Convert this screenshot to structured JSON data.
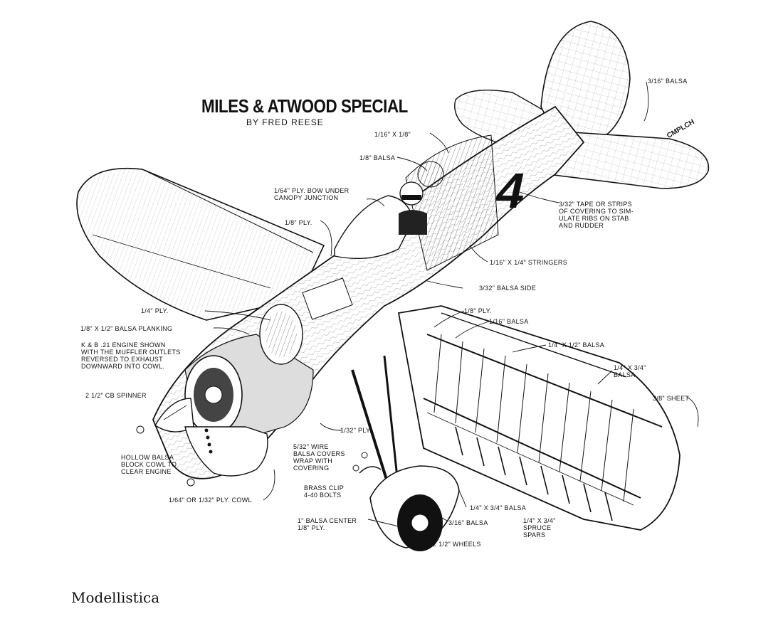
{
  "title": "MILES & ATWOOD SPECIAL",
  "subtitle": "BY FRED REESE",
  "footer": "Modellistica",
  "race_number": "4",
  "tail_marking": "CMPLCH",
  "labels": {
    "tail_balsa": "3/16\" BALSA",
    "stringer_1_16x1_8": "1/16\" X 1/8\"",
    "balsa_1_8": "1/8\" BALSA",
    "ply_bow": "1/64\" PLY. BOW UNDER\nCANOPY JUNCTION",
    "ply_1_8_top": "1/8\" PLY.",
    "tape_strips": "3/32\" TAPE OR STRIPS\nOF COVERING TO SIM-\nULATE RIBS ON STAB\nAND RUDDER",
    "stringers_1_16x1_4": "1/16\" X 1/4\" STRINGERS",
    "balsa_side": "3/32\" BALSA SIDE",
    "ply_1_4": "1/4\" PLY.",
    "ply_1_8_wing": "1/8\" PLY.",
    "balsa_1_16": "1/16\" BALSA",
    "planking": "1/8\" X 1/2\" BALSA PLANKING",
    "engine": "K & B .21 ENGINE SHOWN\nWITH THE MUFFLER OUTLETS\nREVERSED TO EXHAUST\nDOWNWARD INTO COWL.",
    "balsa_1_4x1_2": "1/4\" X 1/2\" BALSA",
    "balsa_1_4x3_4_top": "1/4\" X 3/4\"\nBALSA",
    "sheet_3_8": "3/8\" SHEET",
    "spinner": "2 1/2\" CB SPINNER",
    "ply_1_32": "1/32\" PLY.",
    "wire": "5/32\" WIRE\nBALSA COVERS\nWRAP WITH\nCOVERING",
    "hollow_cowl": "HOLLOW BALSA\nBLOCK COWL TO\nCLEAR ENGINE",
    "brass_clip": "BRASS CLIP\n4-40 BOLTS",
    "ply_cowl": "1/64\" OR 1/32\" PLY. COWL",
    "balsa_1_4x3_4_bottom": "1/4\" X 3/4\" BALSA",
    "balsa_center": "1\" BALSA CENTER\n1/8\" PLY.",
    "balsa_3_16_wheel": "3/16\" BALSA",
    "spruce_spars": "1/4\" X 3/4\"\nSPRUCE\nSPARS",
    "wheels": "2 1/2\" WHEELS"
  }
}
